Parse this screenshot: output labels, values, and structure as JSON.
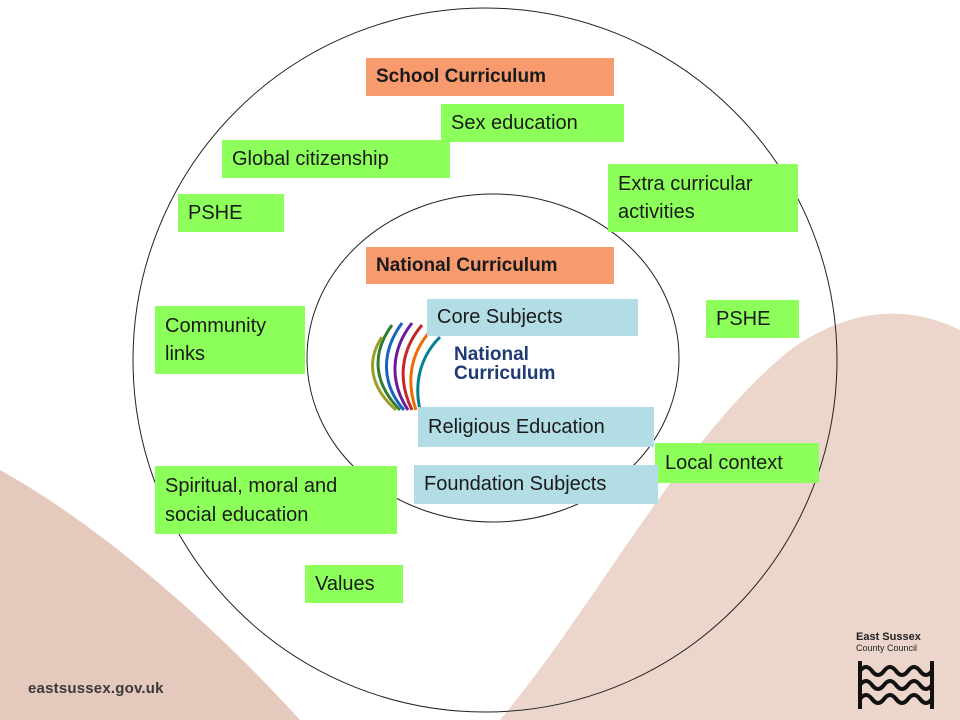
{
  "outer_ring": {
    "title": "School Curriculum",
    "items": [
      "Sex education",
      "Global citizenship",
      "Extra curricular activities",
      "PSHE",
      "PSHE",
      "Community links",
      "Local context",
      "Spiritual, moral and social education",
      "Values"
    ]
  },
  "inner_ring": {
    "title": "National Curriculum",
    "items": [
      "Core Subjects",
      "Religious Education",
      "Foundation Subjects"
    ],
    "logo_text_line1": "National",
    "logo_text_line2": "Curriculum"
  },
  "footer": {
    "url": "eastsussex.gov.uk",
    "council_name_line1": "East Sussex",
    "council_name_line2": "County Council"
  },
  "colors": {
    "outer_items": "#8cff5a",
    "inner_items": "#b3dde5",
    "titles": "#f79a6e",
    "background_shapes": "#e9cfc4"
  }
}
